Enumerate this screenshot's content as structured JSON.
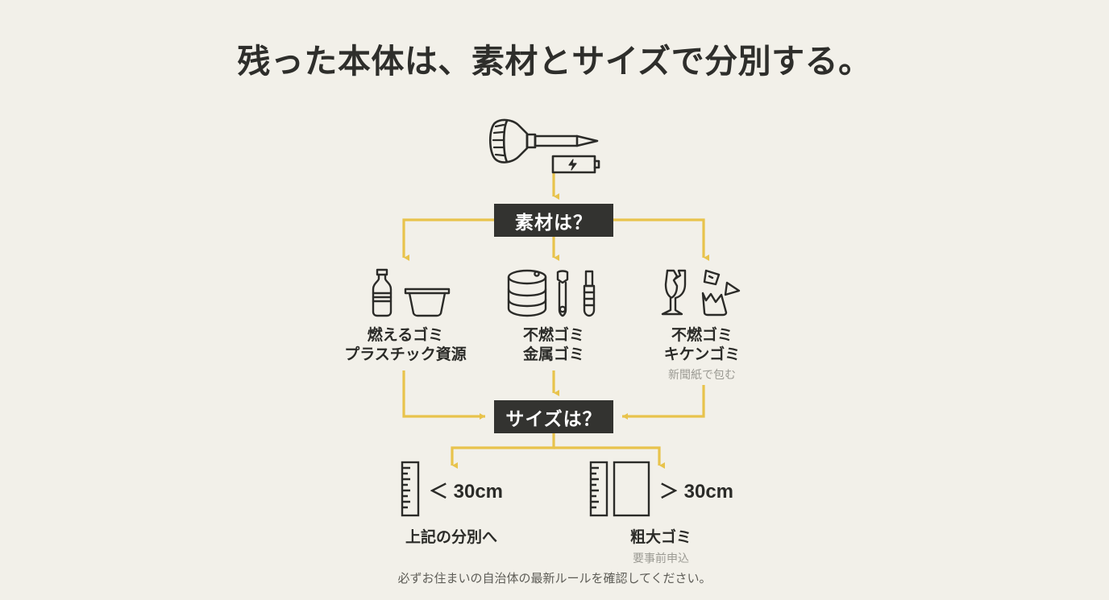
{
  "page": {
    "title": "残った本体は、素材とサイズで分別する。",
    "footer_note": "必ずお住まいの自治体の最新ルールを確認してください。",
    "background_color": "#f2f0e9",
    "accent_color": "#e8c34c",
    "box_color": "#333330",
    "ink_color": "#2b2b28",
    "muted_color": "#9b9a93"
  },
  "product": {
    "icon_name": "soldering-iron-icon",
    "battery_icon_name": "battery-icon"
  },
  "decisions": {
    "material": {
      "label": "素材は？"
    },
    "size": {
      "label": "サイズは？"
    }
  },
  "branches": [
    {
      "id": "burnable",
      "icon_name": "pet-bottle-and-tray-icon",
      "label_line1": "燃えるゴミ",
      "label_line2": "プラスチック資源",
      "sub": ""
    },
    {
      "id": "noncombustible",
      "icon_name": "can-wrench-screwdriver-icon",
      "label_line1": "不燃ゴミ",
      "label_line2": "金属ゴミ",
      "sub": ""
    },
    {
      "id": "hazardous",
      "icon_name": "broken-glass-icon",
      "label_line1": "不燃ゴミ",
      "label_line2": "キケンゴミ",
      "sub": "新聞紙で包む"
    }
  ],
  "size_outcomes": [
    {
      "id": "small",
      "icon_name": "ruler-icon",
      "size_text": "＜ 30cm",
      "label": "上記の分別へ",
      "sub": ""
    },
    {
      "id": "large",
      "icon_name": "ruler-and-large-box-icon",
      "size_text": "＞ 30cm",
      "label": "粗大ゴミ",
      "sub": "要事前申込"
    }
  ]
}
